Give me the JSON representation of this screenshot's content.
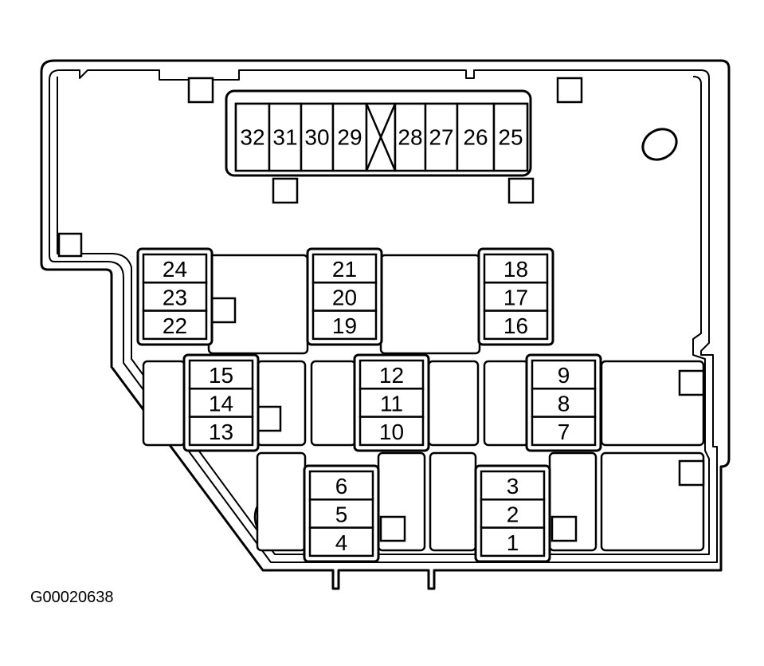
{
  "reference_code": "G00020638",
  "top_connector": {
    "pins": [
      "32",
      "31",
      "30",
      "29",
      "",
      "28",
      "27",
      "26",
      "25"
    ],
    "blank_marker": "X"
  },
  "fuse_blocks": [
    {
      "id": "block-24-22",
      "labels": [
        "24",
        "23",
        "22"
      ]
    },
    {
      "id": "block-21-19",
      "labels": [
        "21",
        "20",
        "19"
      ]
    },
    {
      "id": "block-18-16",
      "labels": [
        "18",
        "17",
        "16"
      ]
    },
    {
      "id": "block-15-13",
      "labels": [
        "15",
        "14",
        "13"
      ]
    },
    {
      "id": "block-12-10",
      "labels": [
        "12",
        "11",
        "10"
      ]
    },
    {
      "id": "block-9-7",
      "labels": [
        "9",
        "8",
        "7"
      ]
    },
    {
      "id": "block-6-4",
      "labels": [
        "6",
        "5",
        "4"
      ]
    },
    {
      "id": "block-3-1",
      "labels": [
        "3",
        "2",
        "1"
      ]
    }
  ]
}
